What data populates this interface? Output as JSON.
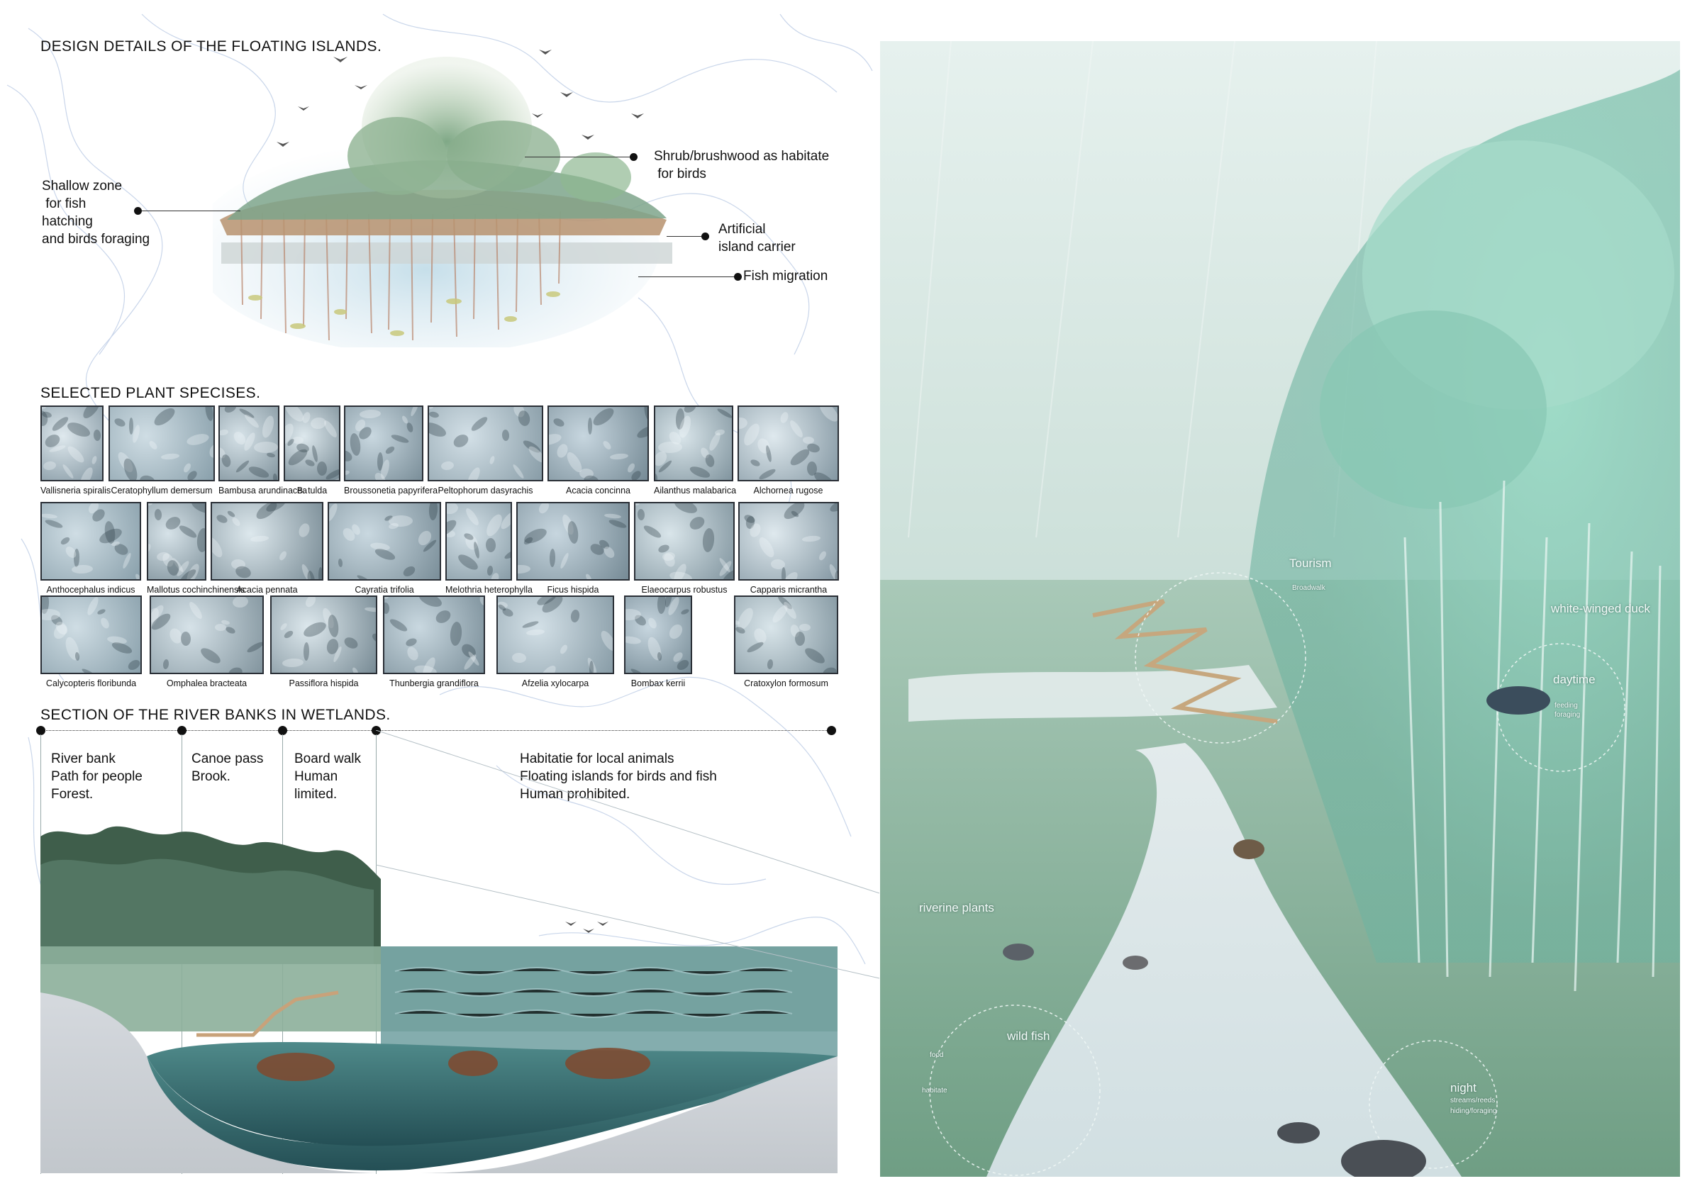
{
  "headings": {
    "floating_islands": "DESIGN DETAILS OF THE FLOATING ISLANDS.",
    "plant_species": "SELECTED PLANT SPECISES.",
    "river_section": "SECTION OF THE RIVER BANKS IN WETLANDS."
  },
  "island_labels": {
    "shallow_zone": [
      "Shallow zone",
      " for fish",
      "hatching",
      "and birds foraging"
    ],
    "shrub": [
      "Shrub/brushwood as habitate",
      " for birds"
    ],
    "carrier": [
      "Artificial",
      "island carrier"
    ],
    "fish_migration": "Fish migration"
  },
  "plants": [
    {
      "name": "Vallisneria spiralis"
    },
    {
      "name": "Ceratophyllum demersum"
    },
    {
      "name": "Bambusa arundinacea"
    },
    {
      "name": "B. tulda"
    },
    {
      "name": "Broussonetia papyrifera"
    },
    {
      "name": "Peltophorum dasyrachis"
    },
    {
      "name": "Acacia concinna"
    },
    {
      "name": "Ailanthus malabarica"
    },
    {
      "name": "Alchornea rugose"
    },
    {
      "name": "Anthocephalus indicus"
    },
    {
      "name": "Mallotus cochinchinensis"
    },
    {
      "name": "Acacia pennata"
    },
    {
      "name": "Cayratia trifolia"
    },
    {
      "name": "Melothria heterophylla"
    },
    {
      "name": "Ficus hispida"
    },
    {
      "name": "Elaeocarpus robustus"
    },
    {
      "name": "Capparis micrantha"
    },
    {
      "name": "Calycopteris floribunda"
    },
    {
      "name": "Omphalea bracteata"
    },
    {
      "name": "Passiflora hispida"
    },
    {
      "name": "Thunbergia grandiflora"
    },
    {
      "name": "Afzelia xylocarpa"
    },
    {
      "name": "Bombax kerrii"
    },
    {
      "name": "Cratoxylon formosum"
    }
  ],
  "section_zones": [
    {
      "lines": [
        "River bank",
        "Path for people",
        "Forest."
      ]
    },
    {
      "lines": [
        "Canoe pass",
        "Brook."
      ]
    },
    {
      "lines": [
        "Board walk",
        "Human",
        "limited."
      ]
    },
    {
      "lines": [
        "Habitatie for local animals",
        "Floating islands for birds and fish",
        "Human prohibited."
      ]
    }
  ],
  "render_labels": {
    "tourism": "Tourism",
    "broadwalk": "Broadwalk",
    "white_winged_duck": "white-winged duck",
    "daytime": "daytime",
    "daytime_sub": [
      "feeding",
      "foraging"
    ],
    "riverine_plants": "riverine plants",
    "wild_fish": "wild fish",
    "food": "food",
    "habitate": "habitate",
    "night": "night",
    "night_sub": [
      "streams/reeds",
      "hiding/foraging"
    ]
  },
  "colors": {
    "heading": "#111111",
    "water_deep": "#3f6f70",
    "grass": "#6e9a82",
    "forest": "#3f5f4c",
    "render_sky": "#d7e8e3",
    "render_tree": "#8fd0bf",
    "contour": "#aac0dc"
  }
}
